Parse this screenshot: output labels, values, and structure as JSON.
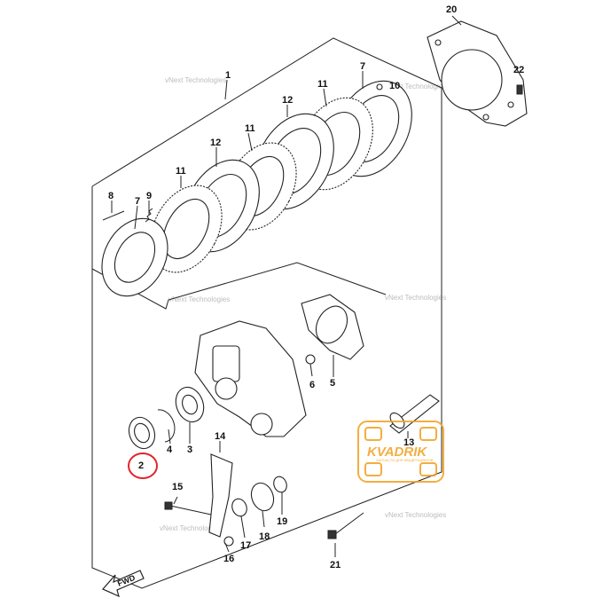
{
  "diagram": {
    "watermark_text": "vNext Technologies",
    "direction_label": "FWD",
    "logo": {
      "name": "KVADRIK",
      "tagline": "ЗАПЧАСТИ ДЛЯ КВАДРОЦИКЛОВ"
    },
    "highlight_color": "#e0252b",
    "logo_color": "#f2a11f",
    "callouts": {
      "c1": "1",
      "c2": "2",
      "c3": "3",
      "c4": "4",
      "c5": "5",
      "c6": "6",
      "c7a": "7",
      "c7b": "7",
      "c8": "8",
      "c9": "9",
      "c10": "10",
      "c11a": "11",
      "c11b": "11",
      "c11c": "11",
      "c12a": "12",
      "c12b": "12",
      "c13": "13",
      "c14": "14",
      "c15": "15",
      "c16": "16",
      "c17": "17",
      "c18": "18",
      "c19": "19",
      "c20": "20",
      "c21": "21",
      "c22": "22"
    },
    "highlighted_part": "2"
  }
}
